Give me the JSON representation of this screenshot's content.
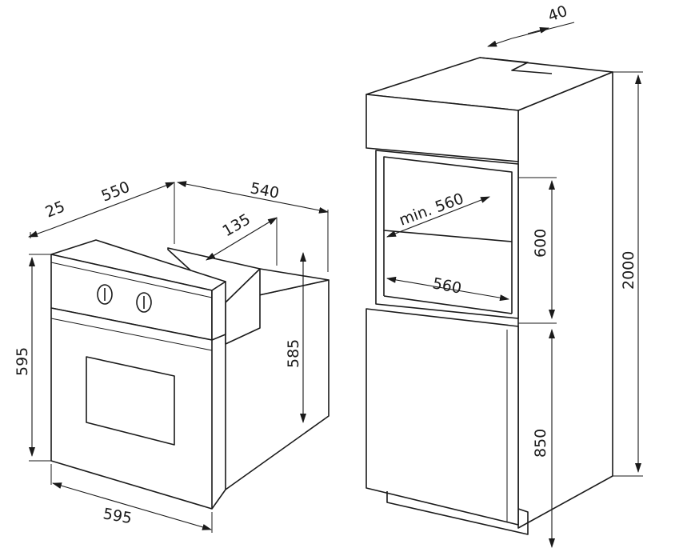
{
  "oven": {
    "dims": {
      "depth_front": "25",
      "depth_top": "550",
      "depth_total": "540",
      "recess": "135",
      "body_height": "585",
      "front_height": "595",
      "front_width": "595"
    }
  },
  "cabinet": {
    "dims": {
      "gap_top": "40",
      "min_width": "min. 560",
      "depth": "560",
      "niche_height": "600",
      "base_height": "850",
      "total_height": "2000"
    }
  },
  "colors": {
    "line": "#1a1a1a",
    "background": "#ffffff"
  }
}
